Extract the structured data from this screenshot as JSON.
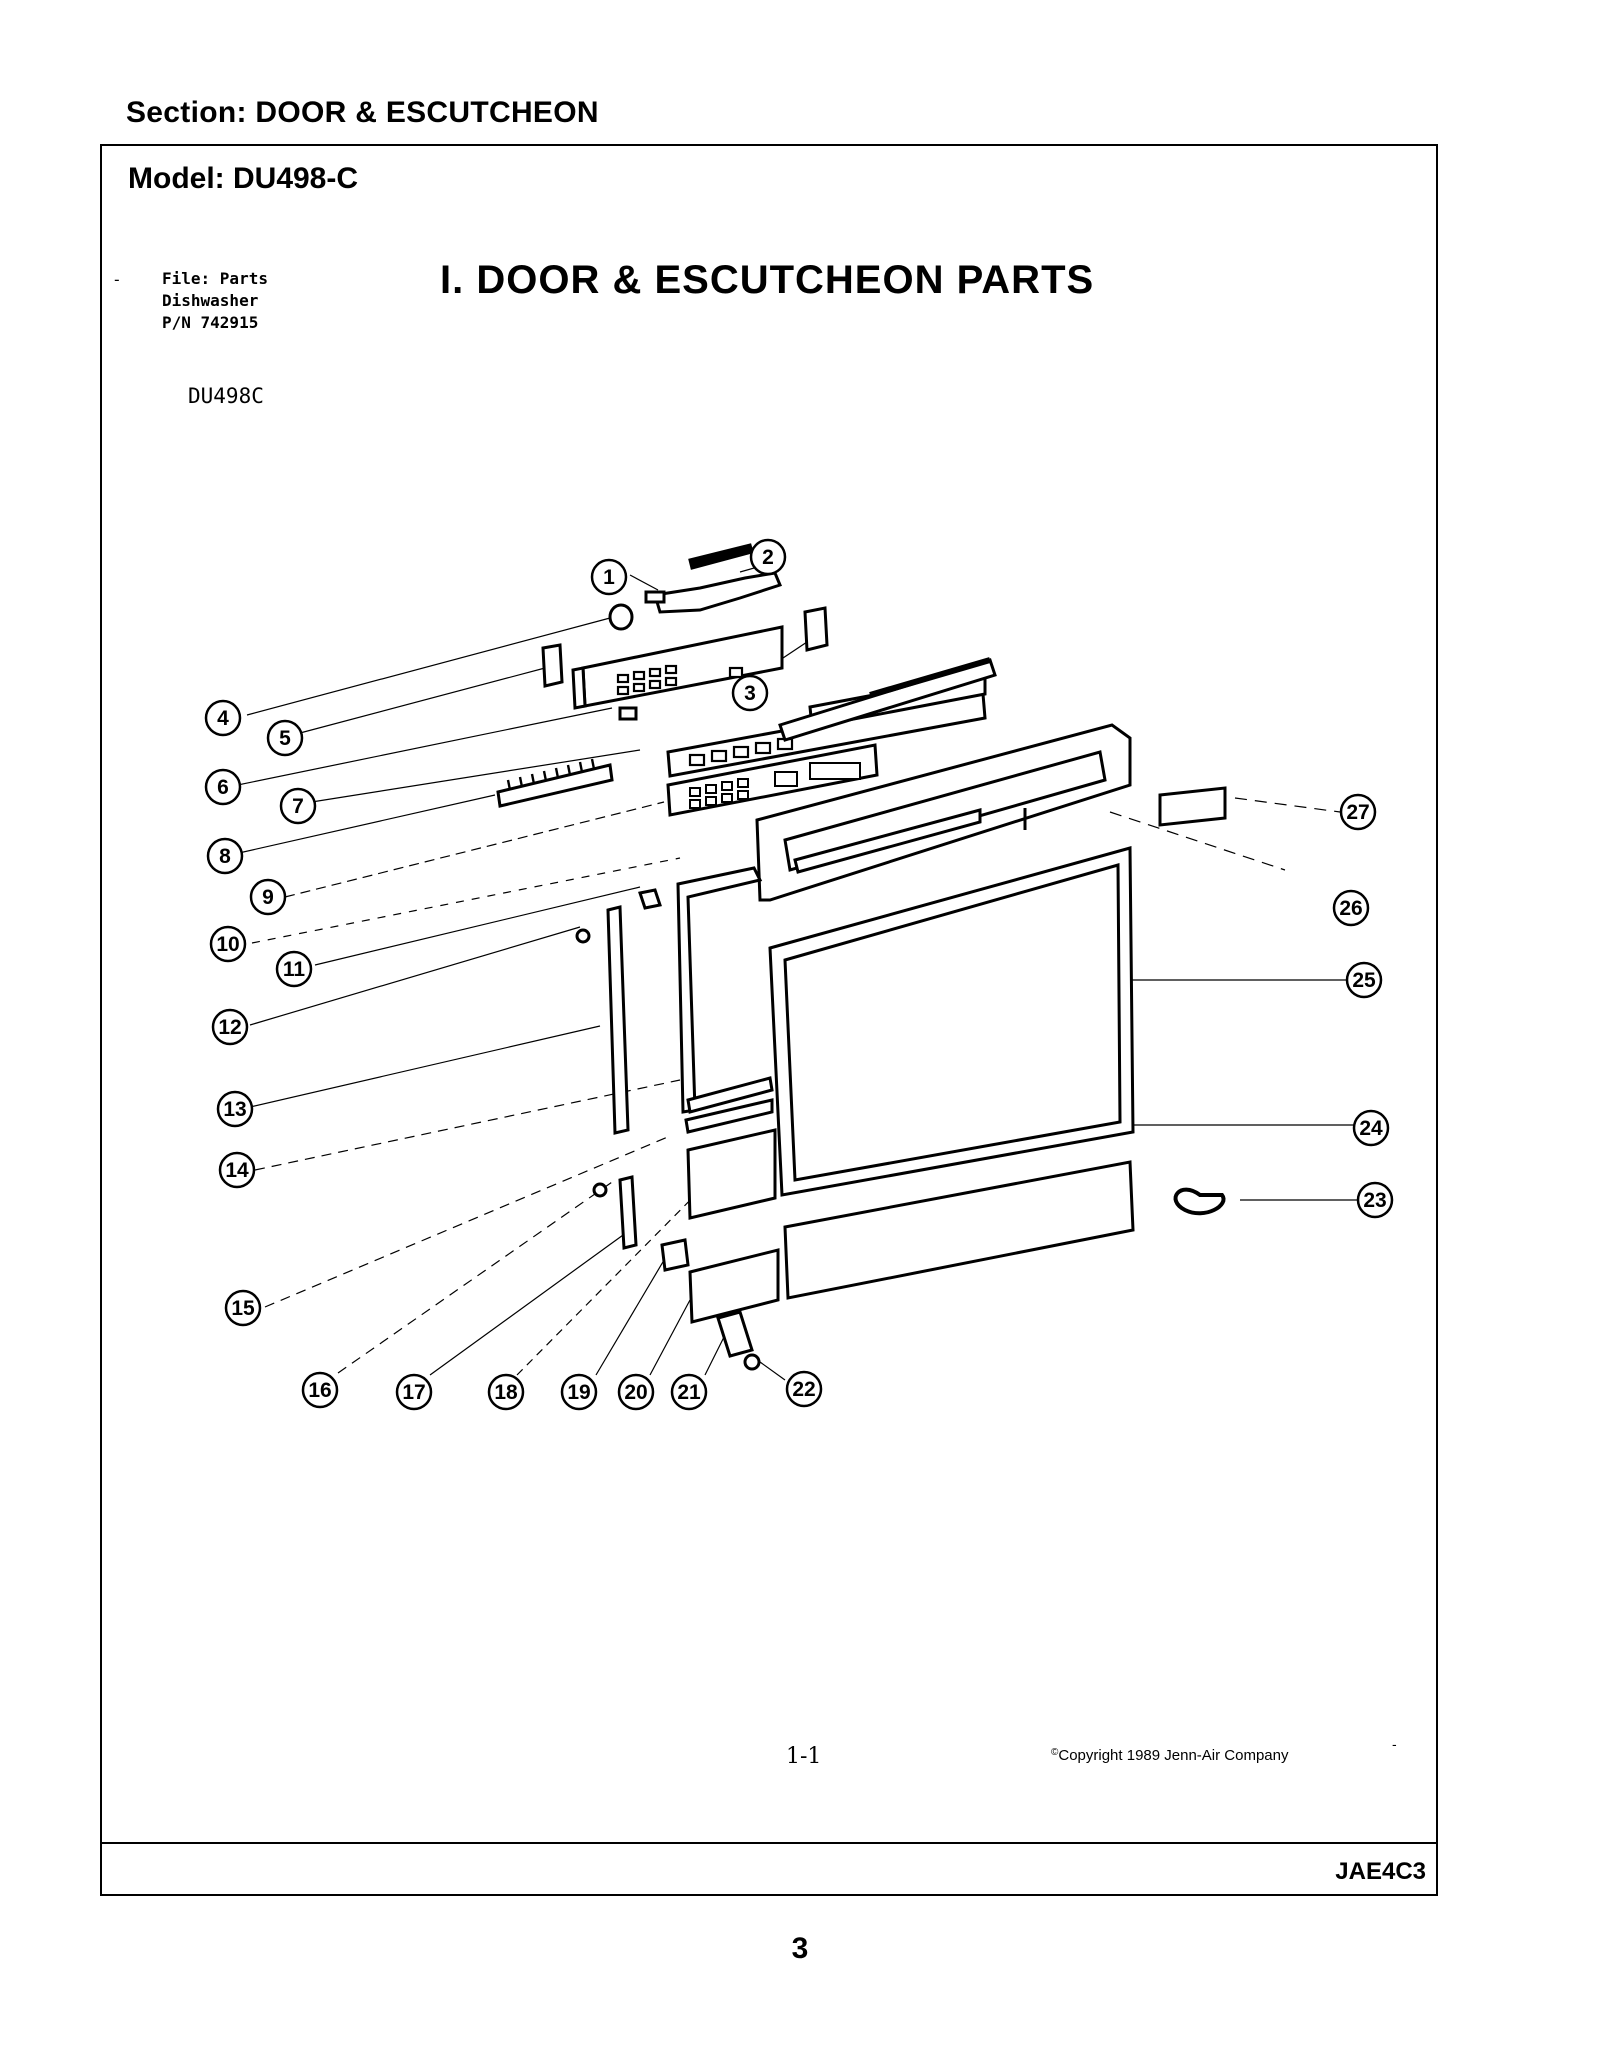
{
  "header": {
    "section": "Section:  DOOR & ESCUTCHEON"
  },
  "frame": {
    "model": "Model:  DU498-C",
    "file_dash": "-",
    "file_lines": [
      "File: Parts",
      "Dishwasher",
      "P/N 742915"
    ],
    "model_code": "DU498C",
    "title": "I. DOOR & ESCUTCHEON PARTS",
    "page_sub": "1-1",
    "copyright": "Copyright 1989 Jenn-Air Company",
    "copyright_mark": "©",
    "dash_mark": "-",
    "code": "JAE4C3"
  },
  "diagram": {
    "callouts": [
      "1",
      "2",
      "3",
      "4",
      "5",
      "6",
      "7",
      "8",
      "9",
      "10",
      "11",
      "12",
      "13",
      "14",
      "15",
      "16",
      "17",
      "18",
      "19",
      "20",
      "21",
      "22",
      "23",
      "24",
      "25",
      "26",
      "27"
    ]
  },
  "page_number": "3"
}
